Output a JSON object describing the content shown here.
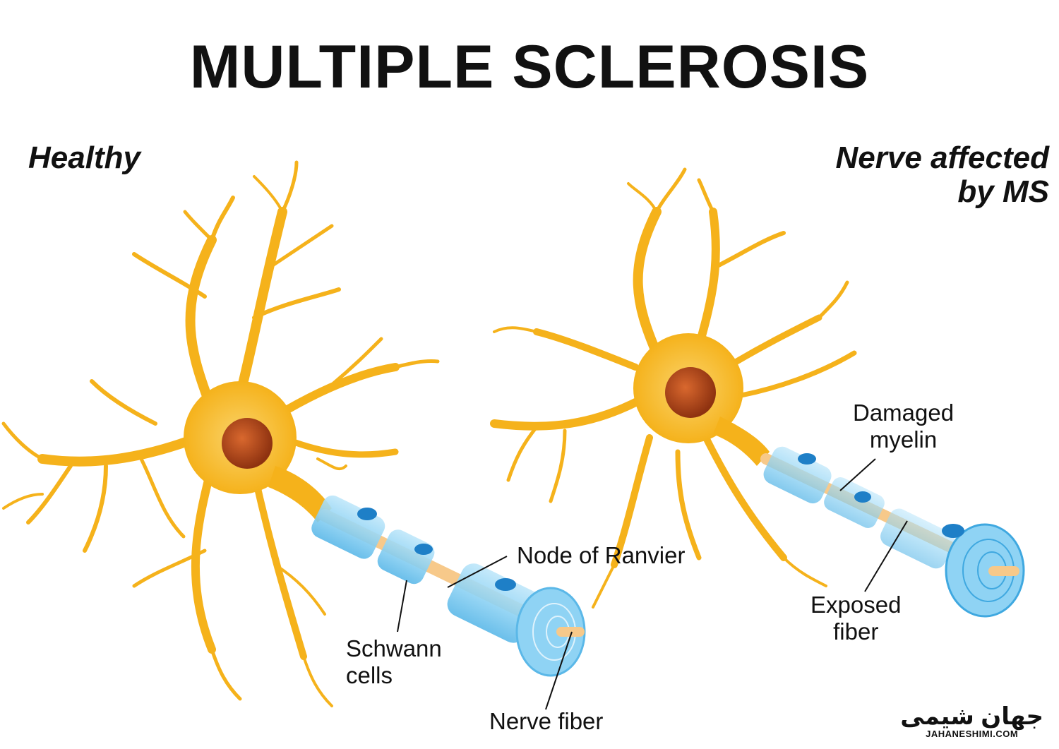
{
  "title": "MULTIPLE SCLEROSIS",
  "panels": {
    "healthy": {
      "heading": "Healthy"
    },
    "affected": {
      "heading": "Nerve affected\nby MS"
    }
  },
  "labels": {
    "node_of_ranvier": "Node of Ranvier",
    "schwann_cells": "Schwann\ncells",
    "nerve_fiber": "Nerve fiber",
    "damaged_myelin": "Damaged\nmyelin",
    "exposed_fiber": "Exposed\nfiber"
  },
  "logo": {
    "mark": "جهان شیمی",
    "url": "JAHANESHIMI.COM"
  },
  "colors": {
    "neuron": "#F5B21B",
    "neuron_light": "#FAD36A",
    "nucleus": "#B5461A",
    "myelin": "#8FD3F4",
    "myelin_dark": "#3FA8E0",
    "schwann_nucleus": "#1E7FC7",
    "axon": "#F7C98A"
  }
}
